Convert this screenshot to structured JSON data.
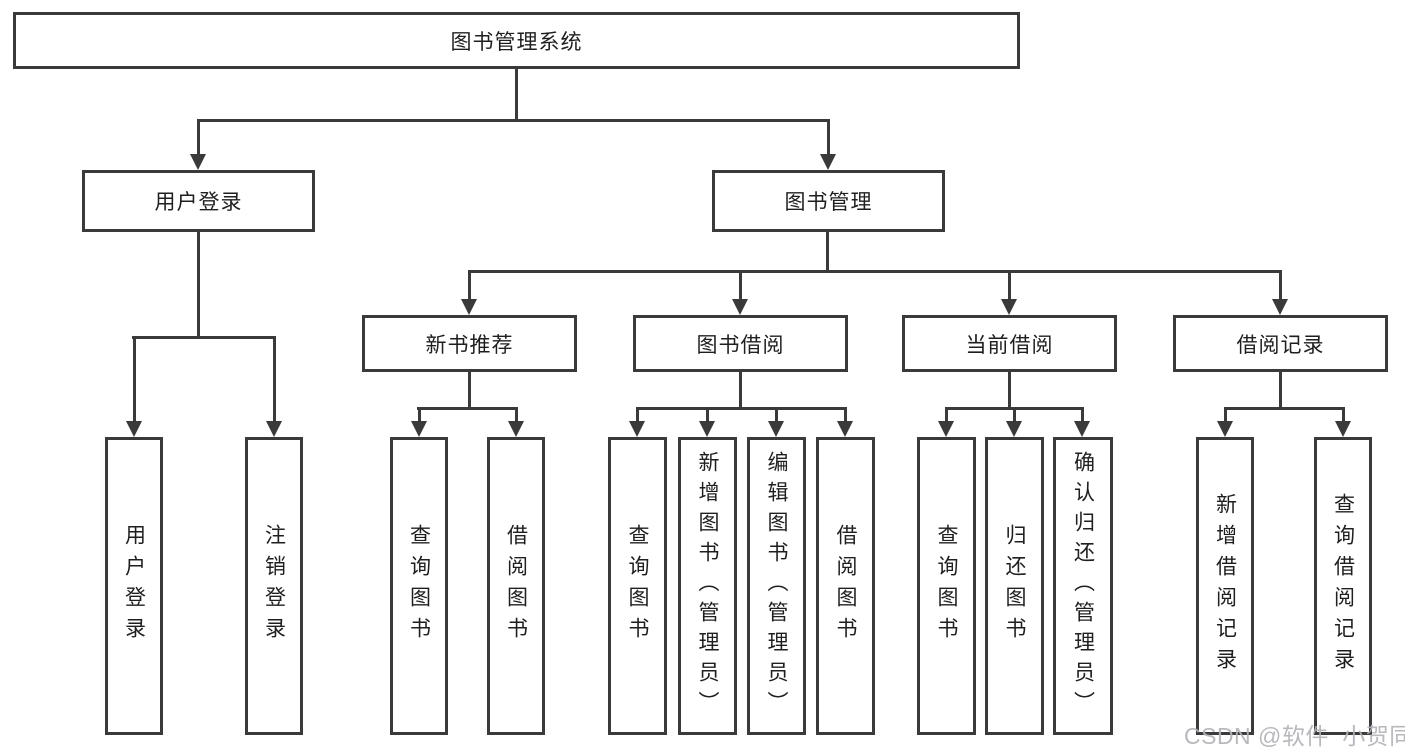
{
  "diagram": {
    "type": "tree",
    "title": "图书管理系统",
    "nodes": {
      "root": "图书管理系统",
      "user_login": "用户登录",
      "book_mgmt": "图书管理",
      "new_book_rec": "新书推荐",
      "book_borrow": "图书借阅",
      "current_borrow": "当前借阅",
      "borrow_records": "借阅记录",
      "ul_login": "用户登录",
      "ul_logout": "注销登录",
      "nbr_query": "查询图书",
      "nbr_borrow": "借阅图书",
      "bb_query": "查询图书",
      "bb_add": "新增图书（管理员）",
      "bb_edit": "编辑图书（管理员）",
      "bb_borrow": "借阅图书",
      "cb_query": "查询图书",
      "cb_return": "归还图书",
      "cb_confirm": "确认归还（管理员）",
      "br_add": "新增借阅记录",
      "br_query": "查询借阅记录"
    },
    "hierarchy": [
      {
        "parent": "图书管理系统",
        "children": [
          "用户登录",
          "图书管理"
        ]
      },
      {
        "parent": "用户登录",
        "children": [
          "用户登录",
          "注销登录"
        ]
      },
      {
        "parent": "图书管理",
        "children": [
          "新书推荐",
          "图书借阅",
          "当前借阅",
          "借阅记录"
        ]
      },
      {
        "parent": "新书推荐",
        "children": [
          "查询图书",
          "借阅图书"
        ]
      },
      {
        "parent": "图书借阅",
        "children": [
          "查询图书",
          "新增图书（管理员）",
          "编辑图书（管理员）",
          "借阅图书"
        ]
      },
      {
        "parent": "当前借阅",
        "children": [
          "查询图书",
          "归还图书",
          "确认归还（管理员）"
        ]
      },
      {
        "parent": "借阅记录",
        "children": [
          "新增借阅记录",
          "查询借阅记录"
        ]
      }
    ],
    "watermark": "CSDN @软件_小贺同学",
    "colors": {
      "line": "#3a3a3a",
      "text": "#1f1f1f",
      "background": "#ffffff",
      "watermark": "#b2b2b8"
    }
  }
}
